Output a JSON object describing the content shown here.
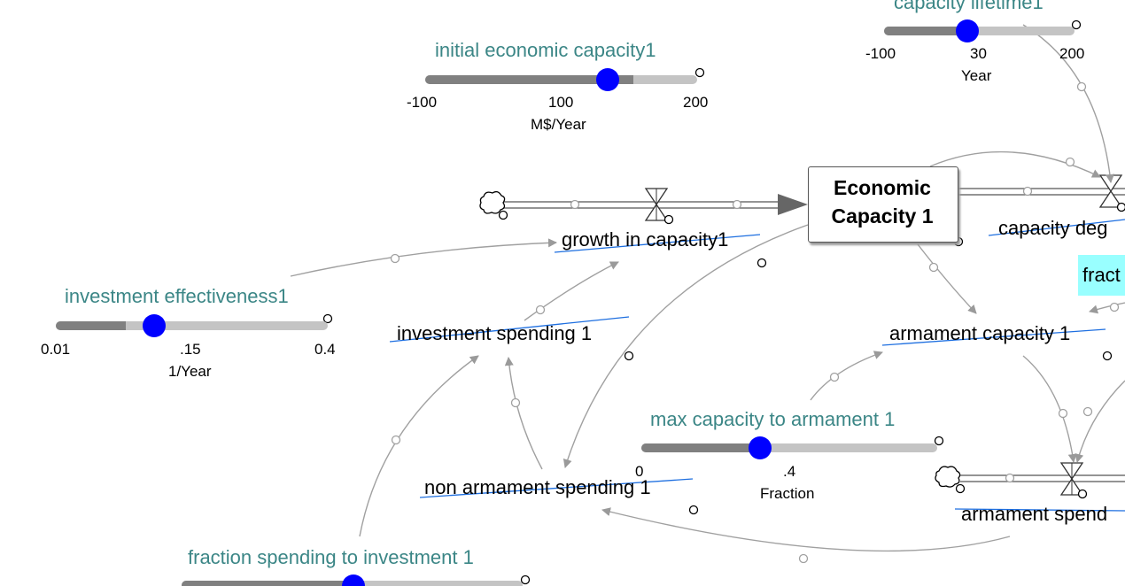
{
  "sliders": [
    {
      "id": "initial_economic_capacity",
      "name": "initial economic capacity1",
      "min": "-100",
      "mid": "100",
      "max": "200",
      "unit": "M$/Year",
      "minv": -100,
      "maxv": 200,
      "value": 130
    },
    {
      "id": "capacity_lifetime",
      "name": "capacity lifetime1",
      "min": "-100",
      "mid": "30",
      "max": "200",
      "unit": "Year",
      "minv": -100,
      "maxv": 200,
      "value": 30
    },
    {
      "id": "investment_effectiveness",
      "name": "investment effectiveness1",
      "min": "0.01",
      "mid": ".15",
      "max": "0.4",
      "unit": "1/Year",
      "minv": 0.01,
      "maxv": 0.4,
      "value": 0.11
    },
    {
      "id": "max_capacity_to_armament",
      "name": "max capacity to armament 1",
      "min": "0",
      "mid": ".4",
      "max": "",
      "unit": "Fraction",
      "minv": 0,
      "maxv": 1,
      "value": 0.4
    },
    {
      "id": "fraction_spending_to_investment",
      "name": "fraction spending to investment 1",
      "minv": 0,
      "maxv": 1,
      "value": 0.5
    }
  ],
  "stock": {
    "line1": "Economic",
    "line2": "Capacity 1"
  },
  "variables": {
    "growth": "growth in capacity1",
    "capacity_deg": "capacity deg",
    "investment_spending": "investment spending 1",
    "armament_capacity": "armament capacity 1",
    "non_armament_spending": "non armament spending 1",
    "armament_spend": "armament spend",
    "fract": "fract"
  }
}
